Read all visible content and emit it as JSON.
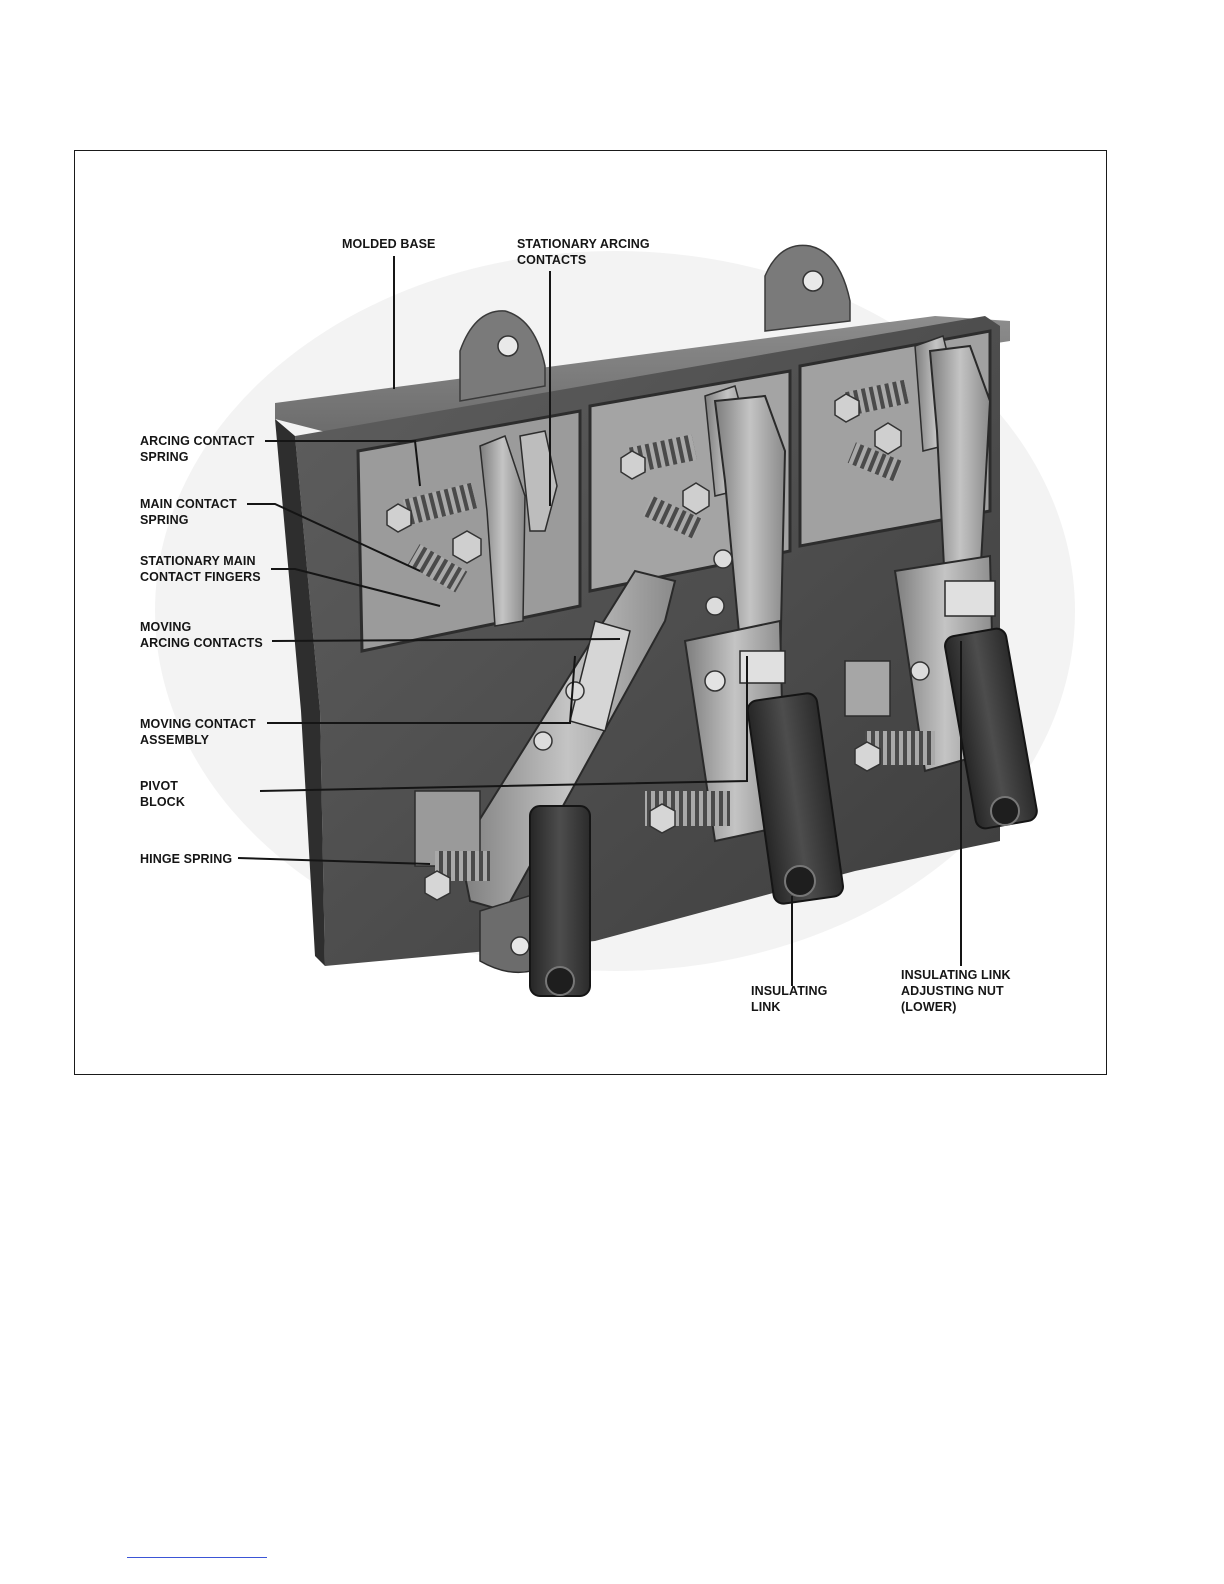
{
  "figure": {
    "callouts": {
      "molded_base": "MOLDED BASE",
      "stationary_arcing_contacts": [
        "STATIONARY ARCING",
        "CONTACTS"
      ],
      "arcing_contact_spring": [
        "ARCING CONTACT",
        "SPRING"
      ],
      "main_contact_spring": [
        "MAIN CONTACT",
        "SPRING"
      ],
      "stationary_main_contact_fingers": [
        "STATIONARY MAIN",
        "CONTACT FINGERS"
      ],
      "moving_arcing_contacts": [
        "MOVING",
        "ARCING CONTACTS"
      ],
      "moving_contact_assembly": [
        "MOVING CONTACT",
        "ASSEMBLY"
      ],
      "pivot_block": [
        "PIVOT",
        "BLOCK"
      ],
      "hinge_spring": "HINGE SPRING",
      "insulating_link": [
        "INSULATING",
        "LINK"
      ],
      "insulating_link_adjusting_nut": [
        "INSULATING LINK",
        "ADJUSTING NUT",
        "(LOWER)"
      ]
    }
  },
  "colors": {
    "frame_border": "#1a1a1a",
    "text": "#151515",
    "footer_rule": "#3b55d6"
  }
}
